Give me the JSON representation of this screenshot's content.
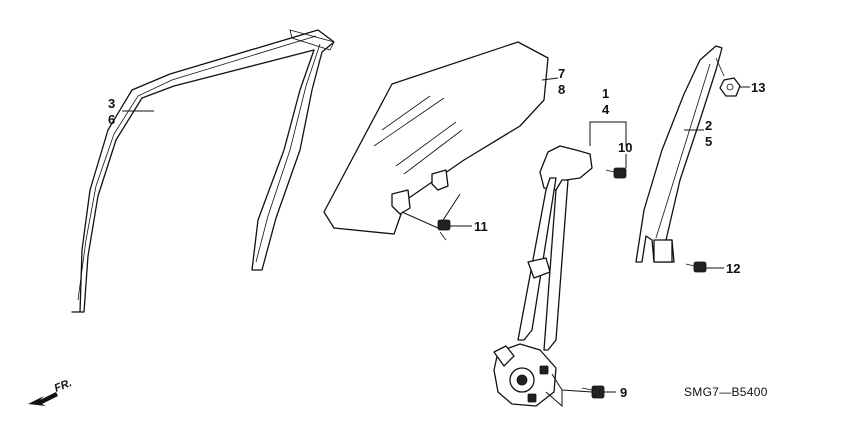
{
  "callouts": {
    "c3": "3",
    "c6": "6",
    "c7": "7",
    "c8": "8",
    "c1": "1",
    "c4": "4",
    "c10": "10",
    "c11": "11",
    "c13": "13",
    "c2": "2",
    "c5": "5",
    "c12": "12",
    "c9": "9"
  },
  "diagram_code": "SMG7—B5400",
  "direction_label": "FR."
}
